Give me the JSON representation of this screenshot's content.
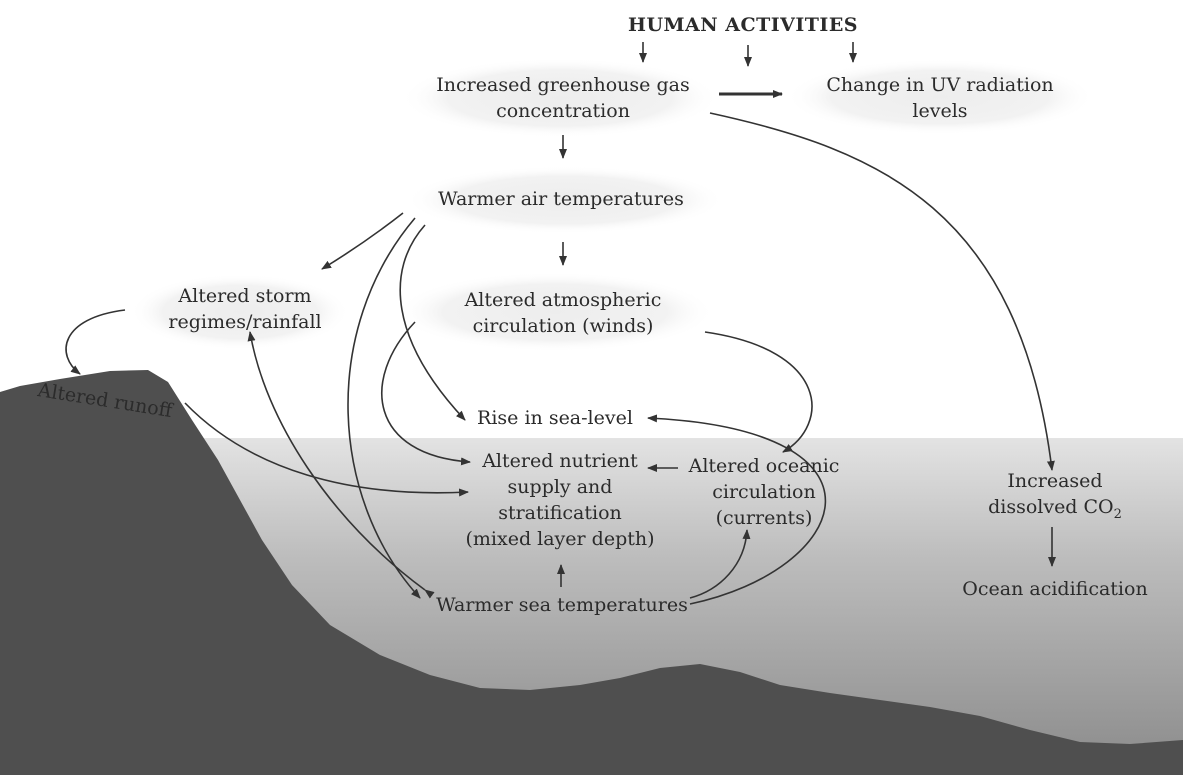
{
  "diagram": {
    "title": "HUMAN ACTIVITIES",
    "nodes": {
      "greenhouse": [
        "Increased greenhouse gas",
        "concentration"
      ],
      "uv": [
        "Change in UV radiation",
        "levels"
      ],
      "warmer_air": "Warmer air temperatures",
      "storm": [
        "Altered storm",
        "regimes/rainfall"
      ],
      "atmospheric": [
        "Altered atmospheric",
        "circulation (winds)"
      ],
      "runoff": "Altered runoff",
      "sea_level": "Rise in sea-level",
      "nutrient": [
        "Altered nutrient",
        "supply and",
        "stratification",
        "(mixed layer depth)"
      ],
      "oceanic": [
        "Altered oceanic",
        "circulation",
        "(currents)"
      ],
      "warmer_sea": "Warmer sea temperatures",
      "dissolved_co2": [
        "Increased",
        "dissolved CO",
        "2"
      ],
      "acidification": "Ocean acidification"
    }
  }
}
